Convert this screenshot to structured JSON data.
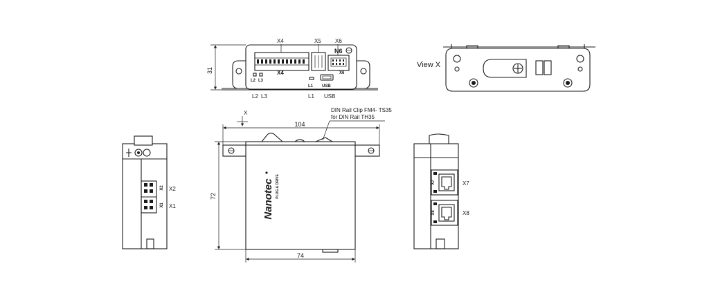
{
  "top_view": {
    "label_x4_top": "X4",
    "label_x5": "X5",
    "label_x6": "X6",
    "label_x4_inner": "X4",
    "label_x6_inner": "X6",
    "label_n6": "N6",
    "label_l2": "L2",
    "label_l3": "L3",
    "label_l2_bottom": "L2",
    "label_l3_bottom": "L3",
    "label_l1": "L1",
    "label_l1_bottom": "L1",
    "label_usb": "USB",
    "label_usb_bottom": "USB",
    "dim_height": "31"
  },
  "view_x": {
    "title": "View X"
  },
  "front_view": {
    "arrow_label": "X",
    "din_clip_line1": "DIN Rail Clip FM4- TS35",
    "din_clip_line2": "for DIN Rail TH35",
    "dim_width_top": "104",
    "dim_height": "72",
    "dim_width_bottom": "74",
    "brand": "Nanotec",
    "brand_tagline": "PLUG & DRIVE"
  },
  "left_side_view": {
    "label_x2": "X2",
    "label_x1": "X1",
    "label_x2_body": "X2",
    "label_x1_body": "X1"
  },
  "right_side_view": {
    "label_x7": "X7",
    "label_x8": "X8",
    "label_x7_body": "X7",
    "label_x8_body": "X8"
  }
}
